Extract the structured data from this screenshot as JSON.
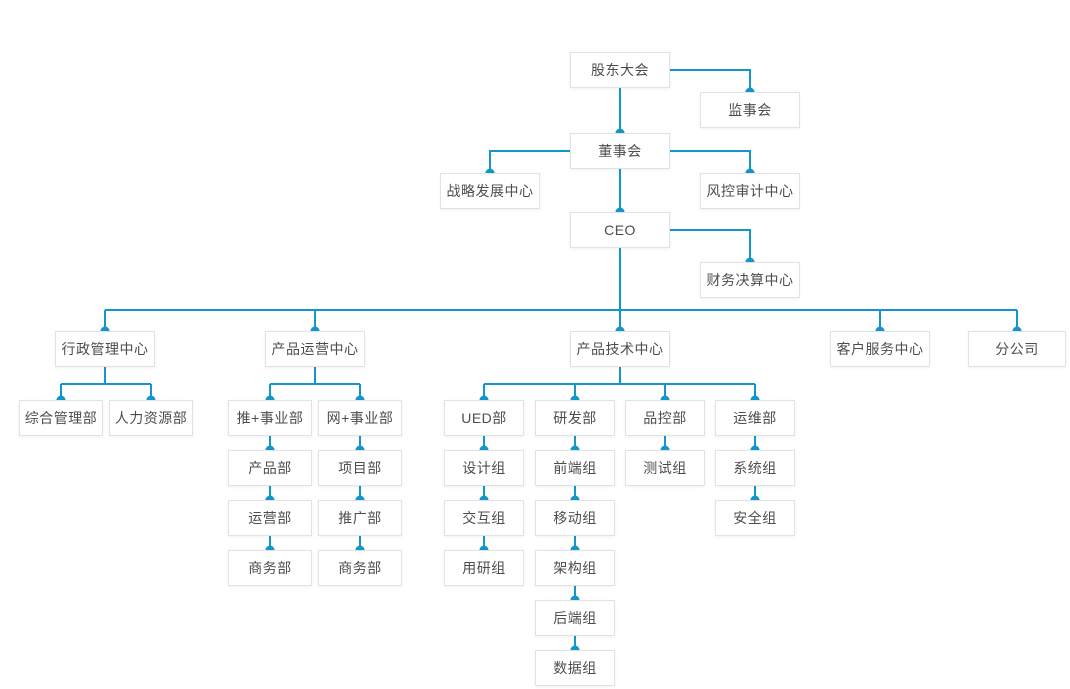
{
  "colors": {
    "line": "#1396cb",
    "dot": "#1396cb",
    "node_border": "#e2e2e2",
    "node_text": "#4d4d4d",
    "background": "#ffffff"
  },
  "nodes": [
    {
      "id": "gudong",
      "label": "股东大会",
      "parent": null
    },
    {
      "id": "jianshi",
      "label": "监事会",
      "parent": "gudong"
    },
    {
      "id": "dongshi",
      "label": "董事会",
      "parent": "gudong"
    },
    {
      "id": "zhanlue",
      "label": "战略发展中心",
      "parent": "dongshi"
    },
    {
      "id": "fengkong",
      "label": "风控审计中心",
      "parent": "dongshi"
    },
    {
      "id": "ceo",
      "label": "CEO",
      "parent": "dongshi"
    },
    {
      "id": "caiwu",
      "label": "财务决算中心",
      "parent": "ceo"
    },
    {
      "id": "xingzheng",
      "label": "行政管理中心",
      "parent": "ceo"
    },
    {
      "id": "yunyingzx",
      "label": "产品运营中心",
      "parent": "ceo"
    },
    {
      "id": "jishu",
      "label": "产品技术中心",
      "parent": "ceo"
    },
    {
      "id": "kehu",
      "label": "客户服务中心",
      "parent": "ceo"
    },
    {
      "id": "fengongsi",
      "label": "分公司",
      "parent": "ceo"
    },
    {
      "id": "zonghe",
      "label": "综合管理部",
      "parent": "xingzheng"
    },
    {
      "id": "renli",
      "label": "人力资源部",
      "parent": "xingzheng"
    },
    {
      "id": "tui",
      "label": "推+事业部",
      "parent": "yunyingzx"
    },
    {
      "id": "wang",
      "label": "网+事业部",
      "parent": "yunyingzx"
    },
    {
      "id": "chanpinbu",
      "label": "产品部",
      "parent": "tui"
    },
    {
      "id": "yunyingbu",
      "label": "运营部",
      "parent": "chanpinbu"
    },
    {
      "id": "shangwubu1",
      "label": "商务部",
      "parent": "yunyingbu"
    },
    {
      "id": "xiangmubu",
      "label": "项目部",
      "parent": "wang"
    },
    {
      "id": "tuiguangbu",
      "label": "推广部",
      "parent": "xiangmubu"
    },
    {
      "id": "shangwubu2",
      "label": "商务部",
      "parent": "tuiguangbu"
    },
    {
      "id": "ued",
      "label": "UED部",
      "parent": "jishu"
    },
    {
      "id": "yanfa",
      "label": "研发部",
      "parent": "jishu"
    },
    {
      "id": "pinkong",
      "label": "品控部",
      "parent": "jishu"
    },
    {
      "id": "yunwei",
      "label": "运维部",
      "parent": "jishu"
    },
    {
      "id": "shejizu",
      "label": "设计组",
      "parent": "ued"
    },
    {
      "id": "jiaohuzu",
      "label": "交互组",
      "parent": "shejizu"
    },
    {
      "id": "yongyanzu",
      "label": "用研组",
      "parent": "jiaohuzu"
    },
    {
      "id": "qianduanzu",
      "label": "前端组",
      "parent": "yanfa"
    },
    {
      "id": "yidongzu",
      "label": "移动组",
      "parent": "qianduanzu"
    },
    {
      "id": "jiagouzu",
      "label": "架构组",
      "parent": "yidongzu"
    },
    {
      "id": "houduanzu",
      "label": "后端组",
      "parent": "jiagouzu"
    },
    {
      "id": "shujuzu",
      "label": "数据组",
      "parent": "houduanzu"
    },
    {
      "id": "ceshizu",
      "label": "测试组",
      "parent": "pinkong"
    },
    {
      "id": "xitongzu",
      "label": "系统组",
      "parent": "yunwei"
    },
    {
      "id": "anquanzu",
      "label": "安全组",
      "parent": "xitongzu"
    }
  ]
}
